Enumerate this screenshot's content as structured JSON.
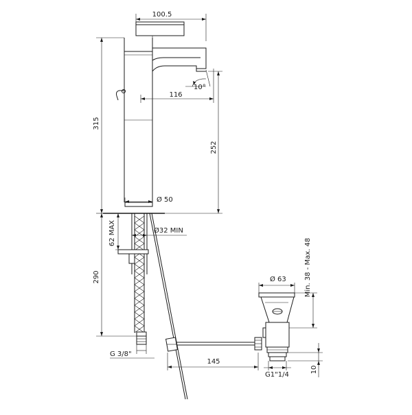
{
  "drawing": {
    "dimensions": {
      "spout_reach": "100.5",
      "total_height": "315",
      "outlet_angle": "10°",
      "spout_projection": "116",
      "spout_height": "252",
      "base_diameter": "Ø 50",
      "hole_diameter": "Ø32  MIN",
      "deck_thickness": "62 MAX",
      "hose_length": "290",
      "connection_thread": "G  3/8\"",
      "waste_flange_diameter": "Ø 63",
      "waste_depth": "Min. 38 - Max. 48",
      "rod_length": "145",
      "waste_thread": "G1\"1/4",
      "waste_nut_height": "10"
    }
  }
}
